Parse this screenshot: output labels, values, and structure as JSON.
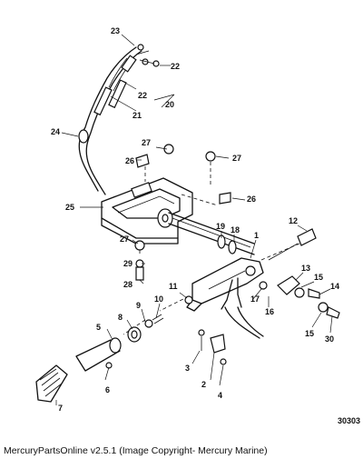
{
  "diagram": {
    "drawing_number": "30303",
    "callouts": [
      "1",
      "2",
      "3",
      "4",
      "5",
      "6",
      "7",
      "8",
      "9",
      "10",
      "11",
      "12",
      "13",
      "14",
      "15",
      "15",
      "16",
      "17",
      "18",
      "19",
      "20",
      "21",
      "22",
      "22",
      "23",
      "24",
      "25",
      "26",
      "26",
      "27",
      "27",
      "27",
      "28",
      "29",
      "30"
    ]
  },
  "caption": "MercuryPartsOnline v2.5.1 (Image Copyright- Mercury Marine)"
}
